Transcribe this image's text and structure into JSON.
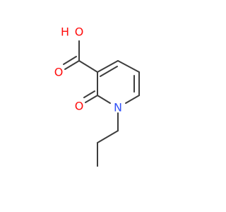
{
  "diagram": {
    "type": "chemical-structure",
    "colors": {
      "bond": "#3d3d3d",
      "oxygen": "#ff0d0d",
      "nitrogen": "#3050f8",
      "background": "#ffffff"
    },
    "atoms": {
      "hydroxyl_h": "H",
      "hydroxyl_o": "O",
      "carbonyl_o_acid": "O",
      "ring_carbonyl_o": "O",
      "ring_n": "N"
    }
  }
}
